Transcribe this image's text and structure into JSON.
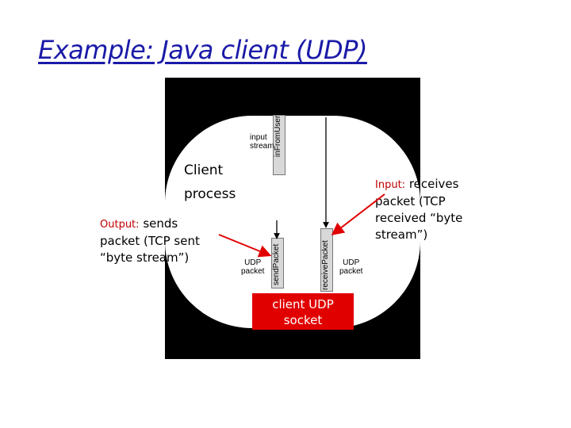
{
  "title": "Example: Java client (UDP)",
  "diagram": {
    "input_stream": [
      "input",
      "stream"
    ],
    "in_from_user": "inFromUser",
    "client_process": [
      "Client",
      "process"
    ],
    "send_packet_var": "sendPacket",
    "receive_packet_var": "receivePacket",
    "udp_packet_left": [
      "UDP",
      "packet"
    ],
    "udp_packet_right": [
      "UDP",
      "packet"
    ],
    "socket": [
      "client UDP",
      "socket"
    ]
  },
  "output_note": {
    "keyword": "Output:",
    "text": [
      "sends",
      "packet (TCP sent",
      "“byte stream”)"
    ]
  },
  "input_note": {
    "keyword": "Input:",
    "text": [
      "receives",
      "packet (TCP",
      "received “byte",
      "stream”)"
    ]
  },
  "colors": {
    "title": "#1a1aa8",
    "accent": "#e10000",
    "keyword": "#c00000"
  }
}
